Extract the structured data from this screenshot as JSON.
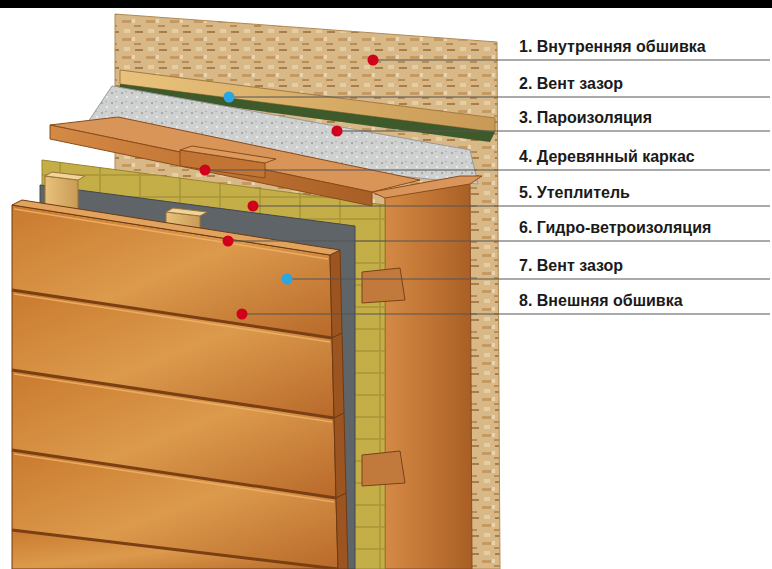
{
  "diagram": {
    "labels": [
      "1. Внутренняя обшивка",
      "2. Вент зазор",
      "3. Пароизоляция",
      "4. Деревянный каркас",
      "5. Утеплитель",
      "6. Гидро-ветроизоляция",
      "7. Вент зазор",
      "8. Внешняя обшивка"
    ]
  }
}
